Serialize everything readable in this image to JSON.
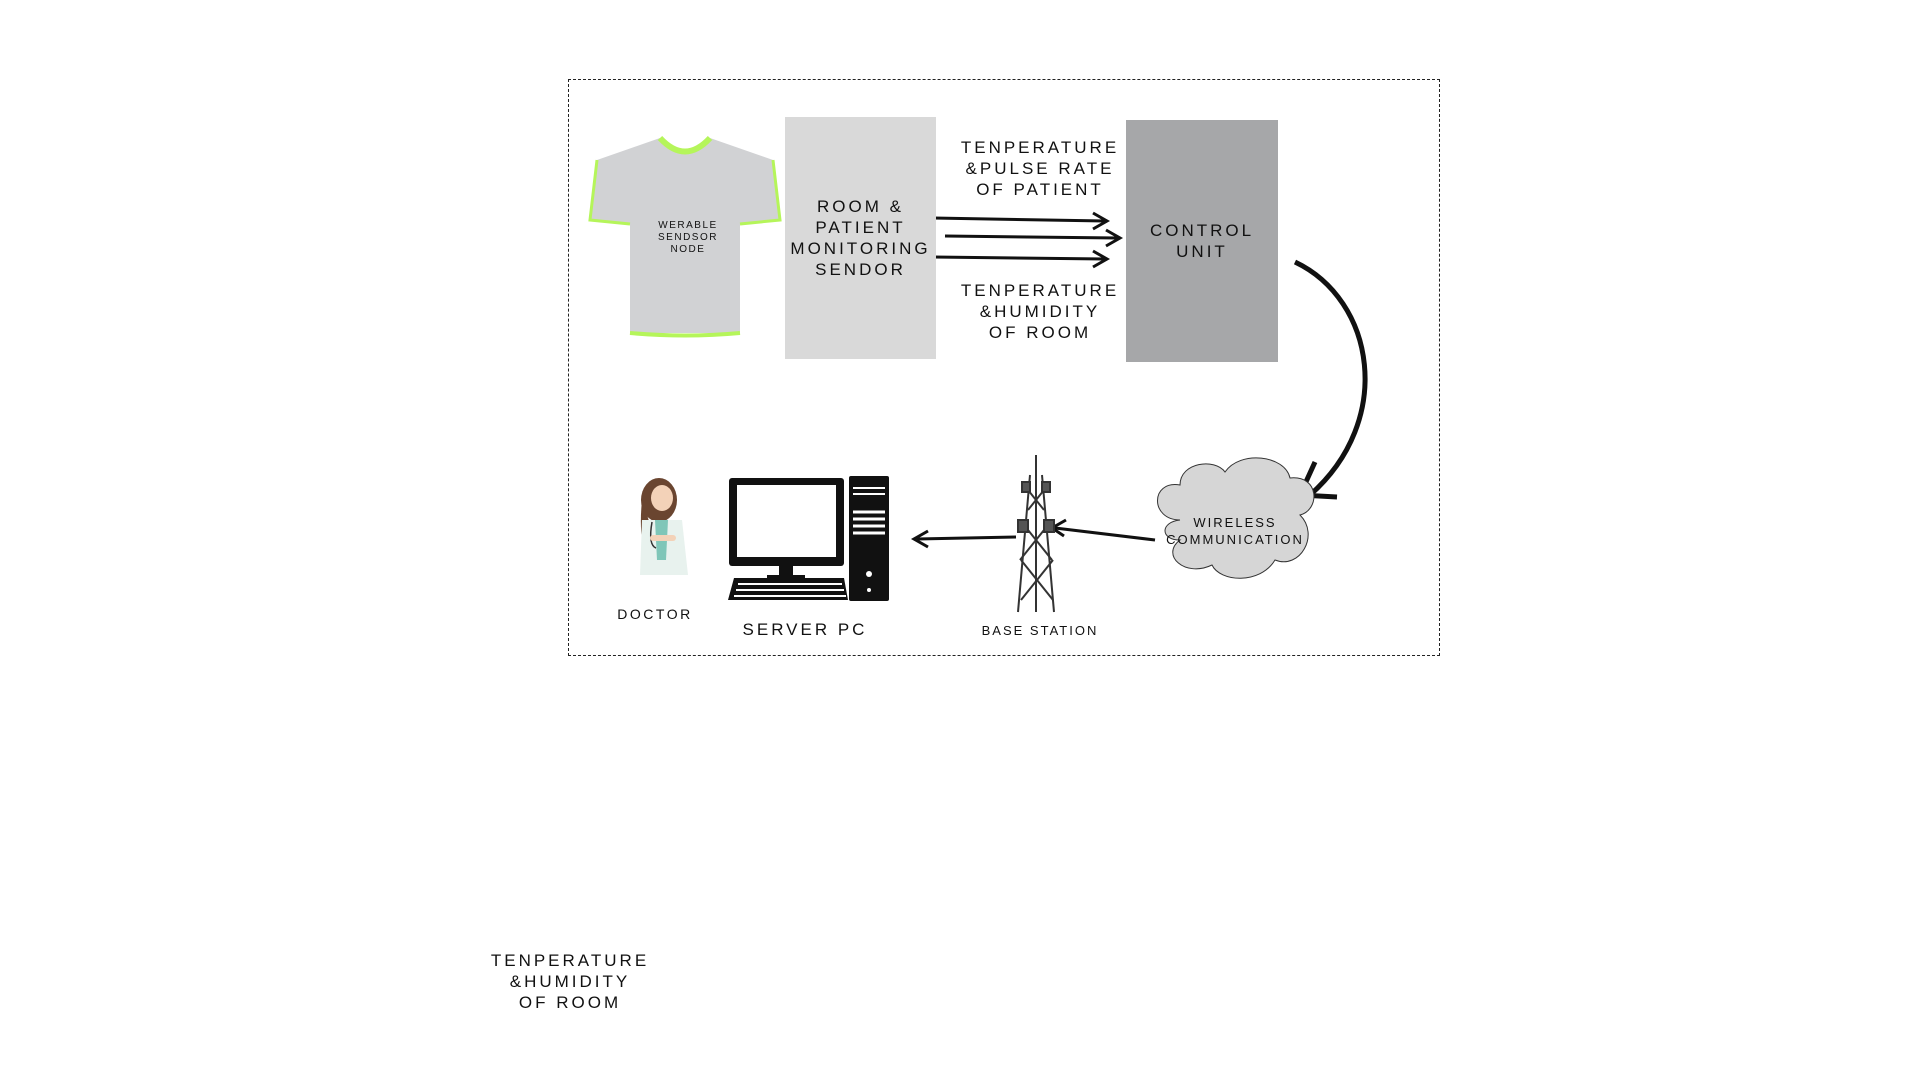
{
  "diagram": {
    "tshirt_label": "WERABLE\nSENDSOR\nNODE",
    "sensor_box": "ROOM &\nPATIENT\nMONITORING\nSENDOR",
    "top_arrow_label": "TENPERATURE\n&PULSE RATE\nOF PATIENT",
    "bottom_arrow_label": "TENPERATURE\n&HUMIDITY\nOF ROOM",
    "control_unit": "CONTROL\nUNIT",
    "cloud_label": "WIRELESS\nCOMMUNICATION",
    "base_station": "BASE STATION",
    "server_pc": "SERVER PC",
    "doctor": "DOCTOR",
    "stray_label": "TENPERATURE\n&HUMIDITY\nOF ROOM"
  },
  "colors": {
    "sensor_box": "#d9d9d9",
    "control_unit": "#a6a7a9",
    "tshirt": "#d1d2d4",
    "tshirt_trim": "#b5f55a",
    "cloud": "#d6d6d6"
  }
}
